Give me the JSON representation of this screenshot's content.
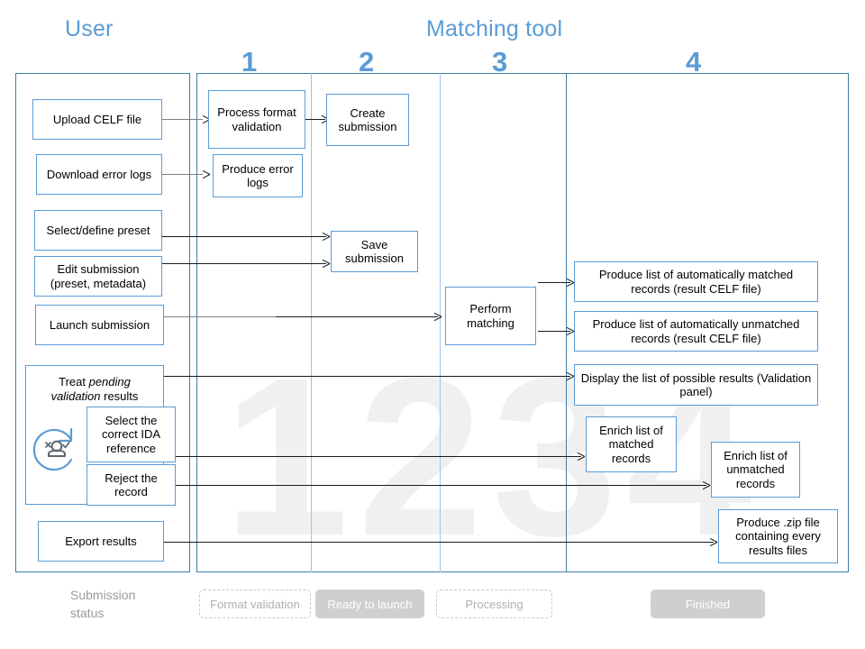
{
  "lanes": {
    "user_title": "User",
    "tool_title": "Matching tool"
  },
  "step_numbers": [
    "1",
    "2",
    "3",
    "4"
  ],
  "watermark": "1234",
  "user_boxes": [
    {
      "id": "upload-celf-file",
      "text": "Upload CELF file"
    },
    {
      "id": "download-error-logs",
      "text": "Download error logs"
    },
    {
      "id": "select-define-preset",
      "text": "Select/define preset"
    },
    {
      "id": "edit-submission",
      "text": "Edit submission (preset, metadata)",
      "line1": "Edit submission",
      "line2": "(preset, metadata)"
    },
    {
      "id": "launch-submission",
      "text": "Launch submission"
    },
    {
      "id": "treat-pending-validation",
      "text": "Treat pending validation results",
      "pre": "Treat ",
      "em1": "pending",
      "mid": " ",
      "em2": "validation",
      "post": " results"
    },
    {
      "id": "select-correct-ida-reference",
      "text": "Select the correct IDA reference"
    },
    {
      "id": "reject-the-record",
      "text": "Reject the record"
    },
    {
      "id": "export-results",
      "text": "Export results"
    }
  ],
  "tool_boxes": [
    {
      "id": "process-format-validation",
      "text": "Process format validation",
      "column": "1"
    },
    {
      "id": "produce-error-logs",
      "text": "Produce error logs",
      "column": "1"
    },
    {
      "id": "create-submission",
      "text": "Create submission",
      "column": "2"
    },
    {
      "id": "save-submission",
      "text": "Save submission",
      "column": "2"
    },
    {
      "id": "perform-matching",
      "text": "Perform matching",
      "column": "3"
    },
    {
      "id": "produce-matched-records",
      "text": "Produce list of automatically matched records (result CELF file)",
      "column": "4"
    },
    {
      "id": "produce-unmatched-records",
      "text": "Produce list of automatically unmatched records (result CELF file)",
      "column": "4"
    },
    {
      "id": "display-possible-results",
      "text": "Display the list of possible results (Validation panel)",
      "column": "4"
    },
    {
      "id": "enrich-matched-records",
      "text": "Enrich list of matched records",
      "column": "4"
    },
    {
      "id": "enrich-unmatched-records",
      "text": "Enrich list of unmatched records",
      "column": "4"
    },
    {
      "id": "produce-zip-file",
      "text": "Produce .zip file containing every results files",
      "column": "4"
    }
  ],
  "status": {
    "label": "Submission status",
    "label_line1": "Submission",
    "label_line2": "status",
    "chips": [
      {
        "id": "format-validation",
        "text": "Format validation",
        "style": "outline"
      },
      {
        "id": "ready-to-launch",
        "text": "Ready to launch",
        "style": "filled"
      },
      {
        "id": "processing",
        "text": "Processing",
        "style": "outline"
      },
      {
        "id": "finished",
        "text": "Finished",
        "style": "filled"
      }
    ]
  },
  "icons": {
    "loop_user_validation": "loop-user-validation-icon"
  },
  "colors": {
    "accent_blue": "#5b9bd5",
    "frame_blue": "#3f7ca6",
    "divider_blue": "#9dc3e6",
    "watermark_grey": "#f0f0f0",
    "chip_filled": "#cfcfcf",
    "chip_text": "#b0b0b0"
  }
}
